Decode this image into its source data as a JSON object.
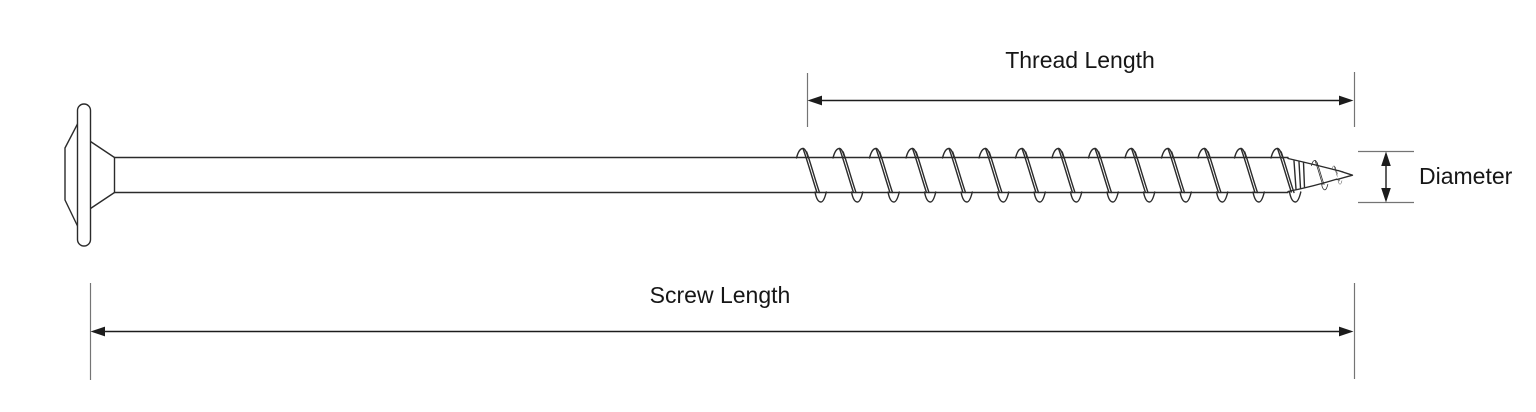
{
  "diagram": {
    "subject": "screw dimension diagram",
    "labels": {
      "thread_length": "Thread Length",
      "screw_length": "Screw Length",
      "diameter": "Diameter"
    },
    "colors": {
      "background": "#ffffff",
      "outline": "#2b2b2b",
      "dimension_line": "#1c1c1c",
      "extension_line": "#747474",
      "text": "#161616"
    }
  }
}
